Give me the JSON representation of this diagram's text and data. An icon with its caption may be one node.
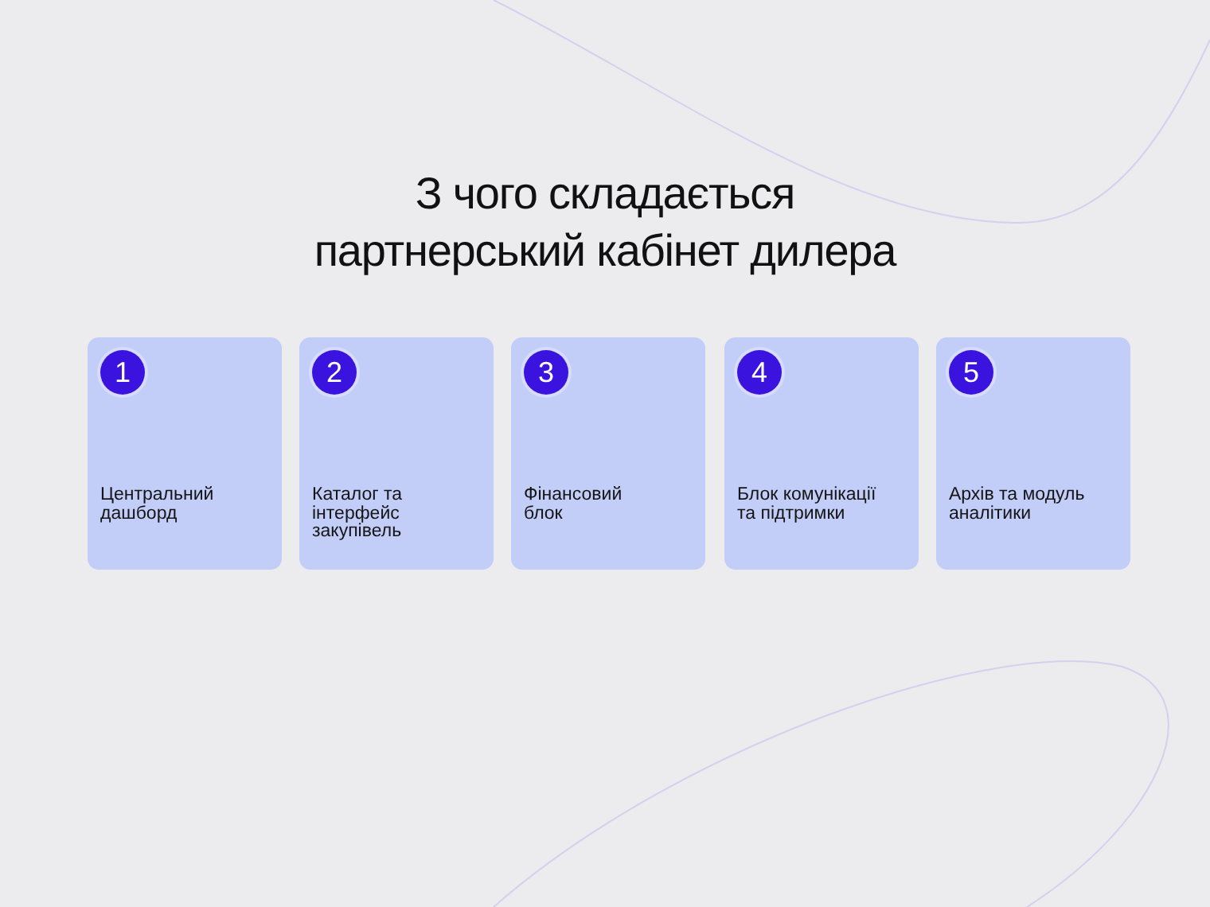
{
  "diagram": {
    "title": "З чого складається партнерський кабінет дилера",
    "nodes": [
      {
        "text": [
          "Центральний дашборд"
        ]
      },
      {
        "text": [
          "1"
        ],
        "in": 0
      },
      {
        "text": [
          "Каталог та інтерфейс закупівель"
        ]
      },
      {
        "text": [
          "2"
        ],
        "in": 2
      },
      {
        "text": [
          "Фінансовий блок"
        ]
      },
      {
        "text": [
          "3"
        ],
        "in": 4
      },
      {
        "text": [
          "Блок комунікації та підтримки"
        ]
      },
      {
        "text": [
          "4"
        ],
        "in": 6
      },
      {
        "text": [
          "Архів та модуль аналітики"
        ]
      },
      {
        "text": [
          "5"
        ],
        "in": 8
      }
    ]
  }
}
